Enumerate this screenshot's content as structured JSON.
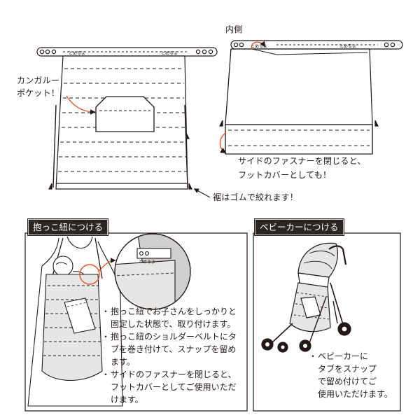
{
  "labels": {
    "inside": "内側",
    "kangaroo_pocket": "カンガルー\nポケット！",
    "side_zipper_footcover": "サイドのファスナーを閉じると、\nフットカバーとしても！",
    "hem_elastic": "裾はゴムで絞れます！"
  },
  "snap_text": {
    "left_front": "とめるよ",
    "right_front": "とめるよ",
    "inside_left": "とめるよ",
    "inside_right": "とめるよ",
    "zoom_tab": "とめるよ"
  },
  "sections": {
    "carrier": {
      "header": "抱っこ紐につける",
      "notes": [
        "抱っこ紐でお子さんをしっかりと\n固定した状態で、取り付けます。",
        "抱っこ紐のショルダーベルトにタ\nブを巻き付けて、スナップを留め\nます。",
        "サイドのファスナーを閉じると、\nフットカバーとしてご使用いただ\nけます。"
      ]
    },
    "stroller": {
      "header": "ベビーカーにつける",
      "notes": [
        "ベビーカーに\nタブをスナップ\nで留め付けてご\n使用いただけます。"
      ]
    }
  },
  "colors": {
    "ink": "#231815",
    "accent": "#e8521e",
    "fill": "#e6e6e6",
    "header_bg": "#2b2523"
  }
}
